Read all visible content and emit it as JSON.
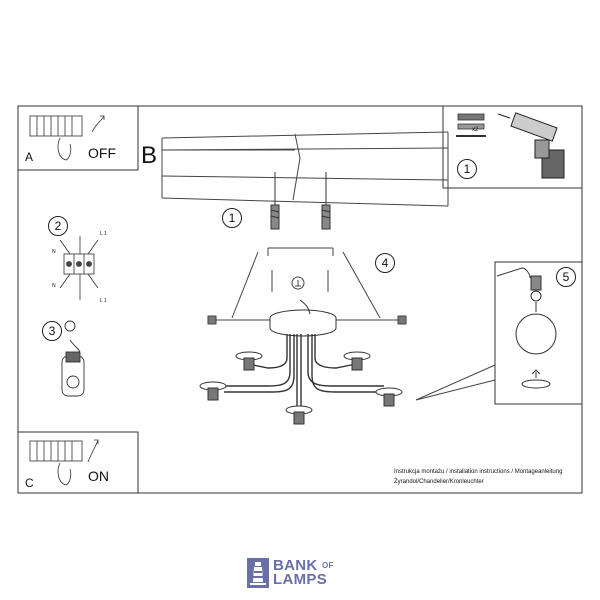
{
  "panel_a": {
    "letter": "A",
    "switch_label": "OFF"
  },
  "panel_b": {
    "letter": "B"
  },
  "panel_c": {
    "letter": "C",
    "switch_label": "ON"
  },
  "step_markers": {
    "step1_top": "1",
    "step1_main": "1",
    "step2": "2",
    "step3": "3",
    "step4": "4",
    "step5": "5"
  },
  "hardware": {
    "count_label": "x2"
  },
  "terminal_labels": {
    "l1_top": "L 1",
    "l1_bottom": "L 1",
    "n_top": "N",
    "n_bottom": "N"
  },
  "caption": {
    "line1": "Instrukcja montażu / installation instructions / Montageanleitung",
    "line2": "Żyrandol/Chandelier/Kronleuchter"
  },
  "logo": {
    "part1": "BANK",
    "part2": "OF",
    "part3": "LAMPS",
    "color": "#6a6fa8"
  }
}
